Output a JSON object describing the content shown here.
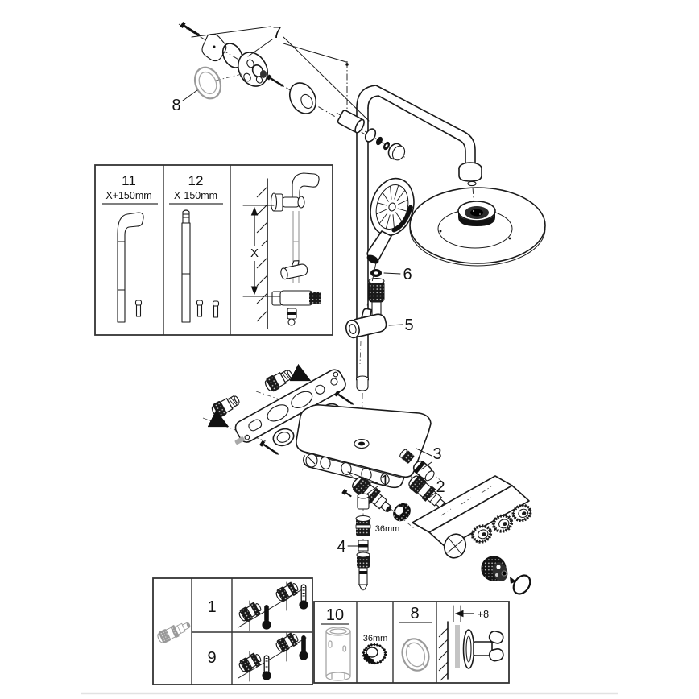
{
  "page": {
    "background": "#ffffff",
    "line_color": "#1a1a1a",
    "gray_part_color": "#9a9a9a",
    "divider_color": "#e2e2e2"
  },
  "callouts": {
    "part7": "7",
    "part8": "8",
    "part6": "6",
    "part5": "5",
    "part1": "1",
    "part2": "2",
    "part3": "3",
    "part4": "4",
    "ring_size_mid": "36mm"
  },
  "rail_length_box": {
    "option_a": {
      "num": "11",
      "formula": "X+150mm"
    },
    "option_b": {
      "num": "12",
      "formula": "X-150mm"
    },
    "dimension_label": "X"
  },
  "bottom_tables": {
    "cartridge_table": {
      "row_top": "1",
      "row_bottom": "9"
    },
    "parts_table": {
      "sleeve_num": "10",
      "ring_size": "36mm",
      "seal_num": "8",
      "wall_offset": "+8"
    }
  }
}
